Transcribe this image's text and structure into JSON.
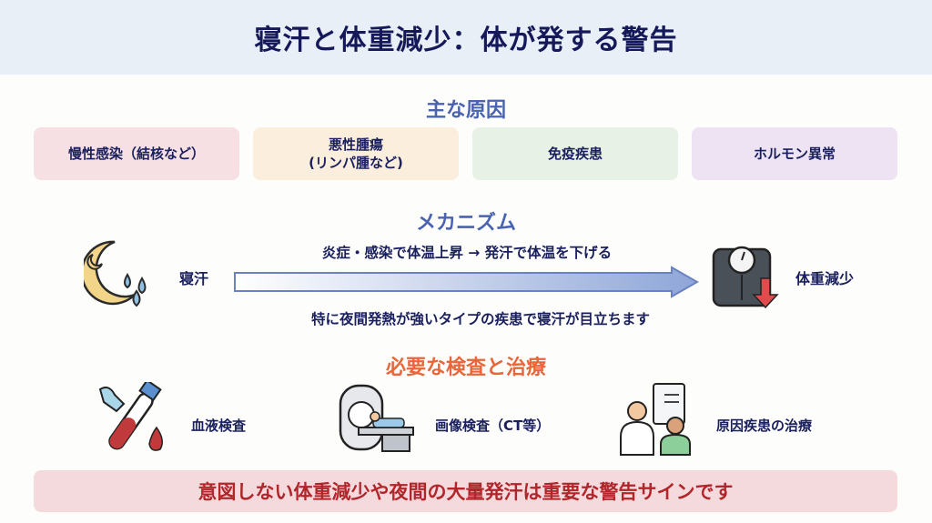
{
  "title": "寝汗と体重減少：体が発する警告",
  "causes": {
    "heading": "主な原因",
    "items": [
      {
        "label": "慢性感染（結核など）",
        "color": "#f6e0e4"
      },
      {
        "label": "悪性腫瘍",
        "label2": "(リンパ腫など)",
        "color": "#fbeedd"
      },
      {
        "label": "免疫疾患",
        "color": "#e7f1e6"
      },
      {
        "label": "ホルモン異常",
        "color": "#ede3f3"
      }
    ]
  },
  "mechanism": {
    "heading": "メカニズム",
    "left_label": "寝汗",
    "right_label": "体重減少",
    "arrow_text": "炎症・感染で体温上昇 → 発汗で体温を下げる",
    "note": "特に夜間発熱が強いタイプの疾患で寝汗が目立ちます"
  },
  "tests": {
    "heading": "必要な検査と治療",
    "items": [
      {
        "label": "血液検査",
        "icon": "blood-test-icon"
      },
      {
        "label": "画像検査（CT等）",
        "icon": "ct-scanner-icon"
      },
      {
        "label": "原因疾患の治療",
        "icon": "doctor-patient-icon"
      }
    ]
  },
  "banner": "意図しない体重減少や夜間の大量発汗は重要な警告サインです",
  "colors": {
    "title": "#15195a",
    "section_blue": "#4a63b0",
    "section_orange": "#e8663a",
    "banner_text": "#b0262b"
  }
}
